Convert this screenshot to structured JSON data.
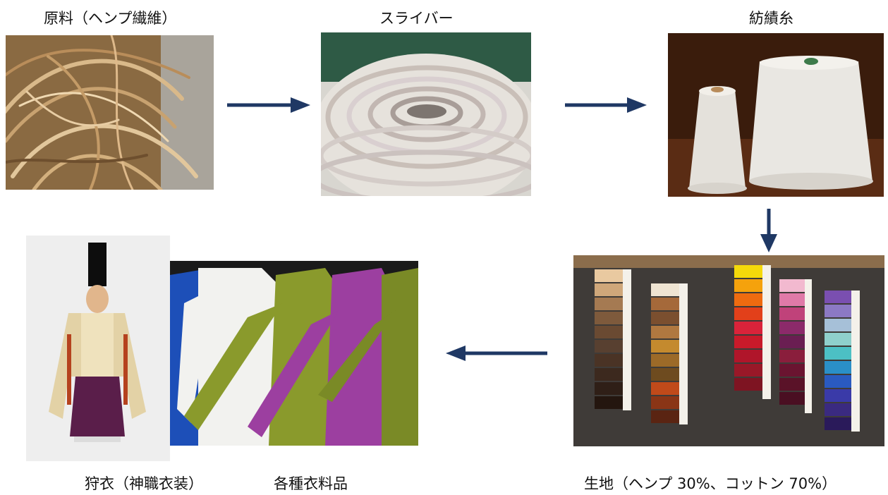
{
  "steps": [
    {
      "label": "原料（ヘンプ繊維）",
      "image": "raw-hemp-fiber-photo"
    },
    {
      "label": "スライバー",
      "image": "sliver-coil-photo"
    },
    {
      "label": "紡績糸",
      "image": "yarn-cones-photo"
    },
    {
      "label": "生地（ヘンプ 30%、コットン 70%）",
      "image": "fabric-swatches-photo"
    },
    {
      "label": "各種衣料品",
      "image": "long-sleeve-shirts-photo"
    },
    {
      "label": "狩衣（神職衣装）",
      "image": "kariginu-costume-photo"
    }
  ],
  "colors": {
    "arrow": "#1f3864",
    "background": "#ffffff"
  }
}
